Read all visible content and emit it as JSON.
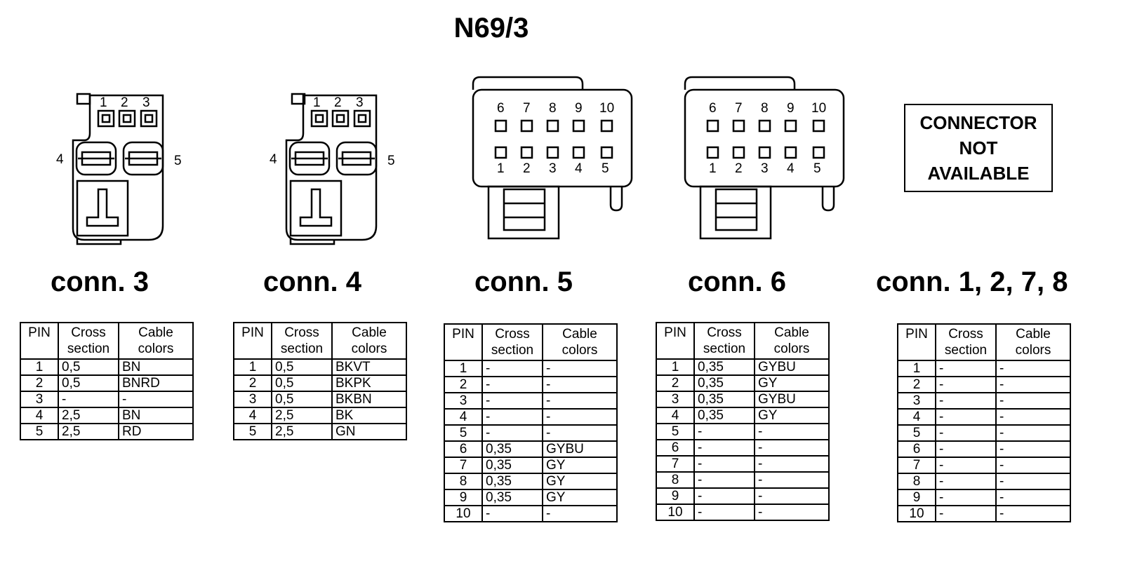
{
  "title": "N69/3",
  "na_box": {
    "line1": "CONNECTOR",
    "line2": "NOT",
    "line3": "AVAILABLE"
  },
  "headers": {
    "pin": "PIN",
    "cross_line1": "Cross",
    "cross_line2": "section",
    "color_line1": "Cable",
    "color_line2": "colors"
  },
  "pin_labels": {
    "small_top": [
      "1",
      "2",
      "3"
    ],
    "small_left": "4",
    "small_right": "5",
    "large_top": [
      "6",
      "7",
      "8",
      "9",
      "10"
    ],
    "large_bottom": [
      "1",
      "2",
      "3",
      "4",
      "5"
    ]
  },
  "connectors": [
    {
      "label": "conn. 3",
      "rows": [
        [
          "1",
          "0,5",
          "BN"
        ],
        [
          "2",
          "0,5",
          "BNRD"
        ],
        [
          "3",
          "-",
          "-"
        ],
        [
          "4",
          "2,5",
          "BN"
        ],
        [
          "5",
          "2,5",
          "RD"
        ]
      ]
    },
    {
      "label": "conn. 4",
      "rows": [
        [
          "1",
          "0,5",
          "BKVT"
        ],
        [
          "2",
          "0,5",
          "BKPK"
        ],
        [
          "3",
          "0,5",
          "BKBN"
        ],
        [
          "4",
          "2,5",
          "BK"
        ],
        [
          "5",
          "2,5",
          "GN"
        ]
      ]
    },
    {
      "label": "conn. 5",
      "rows": [
        [
          "1",
          "-",
          "-"
        ],
        [
          "2",
          "-",
          "-"
        ],
        [
          "3",
          "-",
          "-"
        ],
        [
          "4",
          "-",
          "-"
        ],
        [
          "5",
          "-",
          "-"
        ],
        [
          "6",
          "0,35",
          "GYBU"
        ],
        [
          "7",
          "0,35",
          "GY"
        ],
        [
          "8",
          "0,35",
          "GY"
        ],
        [
          "9",
          "0,35",
          "GY"
        ],
        [
          "10",
          "-",
          "-"
        ]
      ]
    },
    {
      "label": "conn. 6",
      "rows": [
        [
          "1",
          "0,35",
          "GYBU"
        ],
        [
          "2",
          "0,35",
          "GY"
        ],
        [
          "3",
          "0,35",
          "GYBU"
        ],
        [
          "4",
          "0,35",
          "GY"
        ],
        [
          "5",
          "-",
          "-"
        ],
        [
          "6",
          "-",
          "-"
        ],
        [
          "7",
          "-",
          "-"
        ],
        [
          "8",
          "-",
          "-"
        ],
        [
          "9",
          "-",
          "-"
        ],
        [
          "10",
          "-",
          "-"
        ]
      ]
    },
    {
      "label": "conn. 1, 2, 7, 8",
      "rows": [
        [
          "1",
          "-",
          "-"
        ],
        [
          "2",
          "-",
          "-"
        ],
        [
          "3",
          "-",
          "-"
        ],
        [
          "4",
          "-",
          "-"
        ],
        [
          "5",
          "-",
          "-"
        ],
        [
          "6",
          "-",
          "-"
        ],
        [
          "7",
          "-",
          "-"
        ],
        [
          "8",
          "-",
          "-"
        ],
        [
          "9",
          "-",
          "-"
        ],
        [
          "10",
          "-",
          "-"
        ]
      ]
    }
  ]
}
